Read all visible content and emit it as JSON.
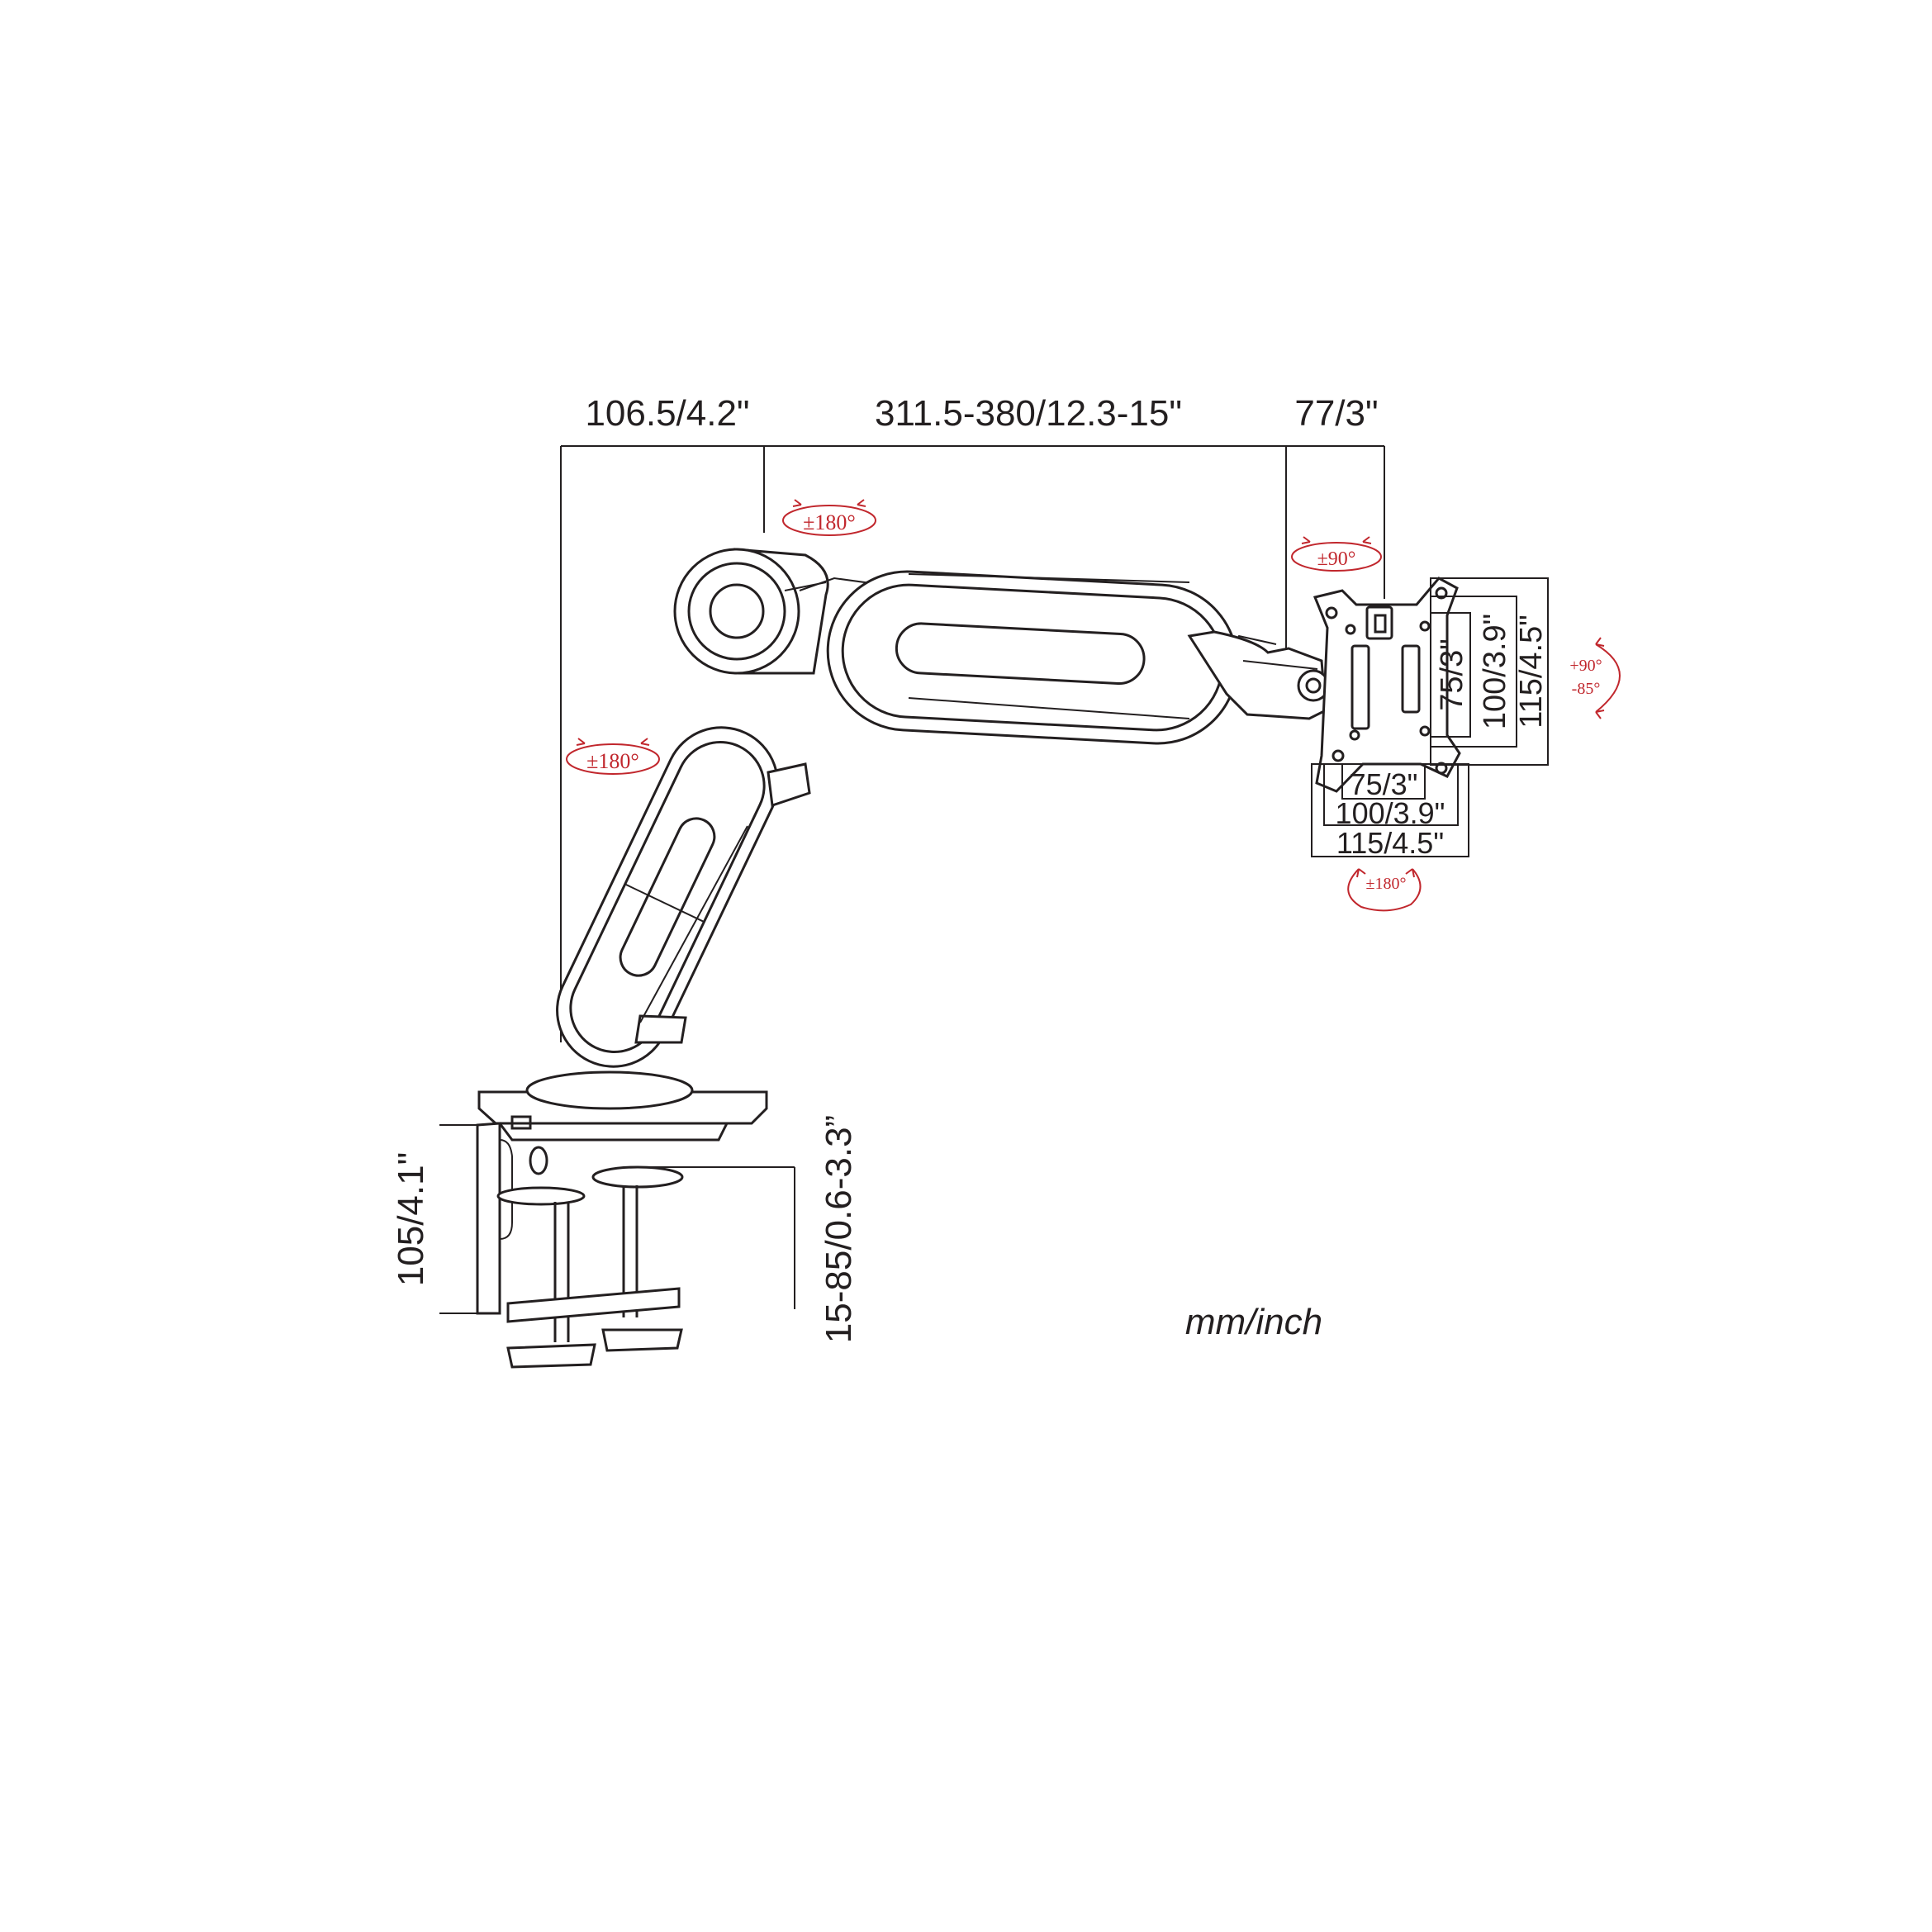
{
  "dimensions": {
    "base_offset": "106.5/4.2\"",
    "arm_length": "311.5-380/12.3-15\"",
    "head_offset": "77/3\"",
    "vesa_h_small": "75/3\"",
    "vesa_h_mid": "100/3.9\"",
    "vesa_h_large": "115/4.5\"",
    "vesa_v_small": "75/3\"",
    "vesa_v_mid": "100/3.9\"",
    "vesa_v_large": "115/4.5\"",
    "clamp_height": "105/4.1\"",
    "desk_thickness": "15-85/0.6-3.3”"
  },
  "rotations": {
    "lower_arm": "±180°",
    "elbow": "±180°",
    "head_swivel": "±90°",
    "tilt_up": "+90°",
    "tilt_down": "-85°",
    "rotate": "±180°"
  },
  "units_label": "mm/inch",
  "colors": {
    "ink": "#231f20",
    "rotation_marks": "#c1272d"
  }
}
